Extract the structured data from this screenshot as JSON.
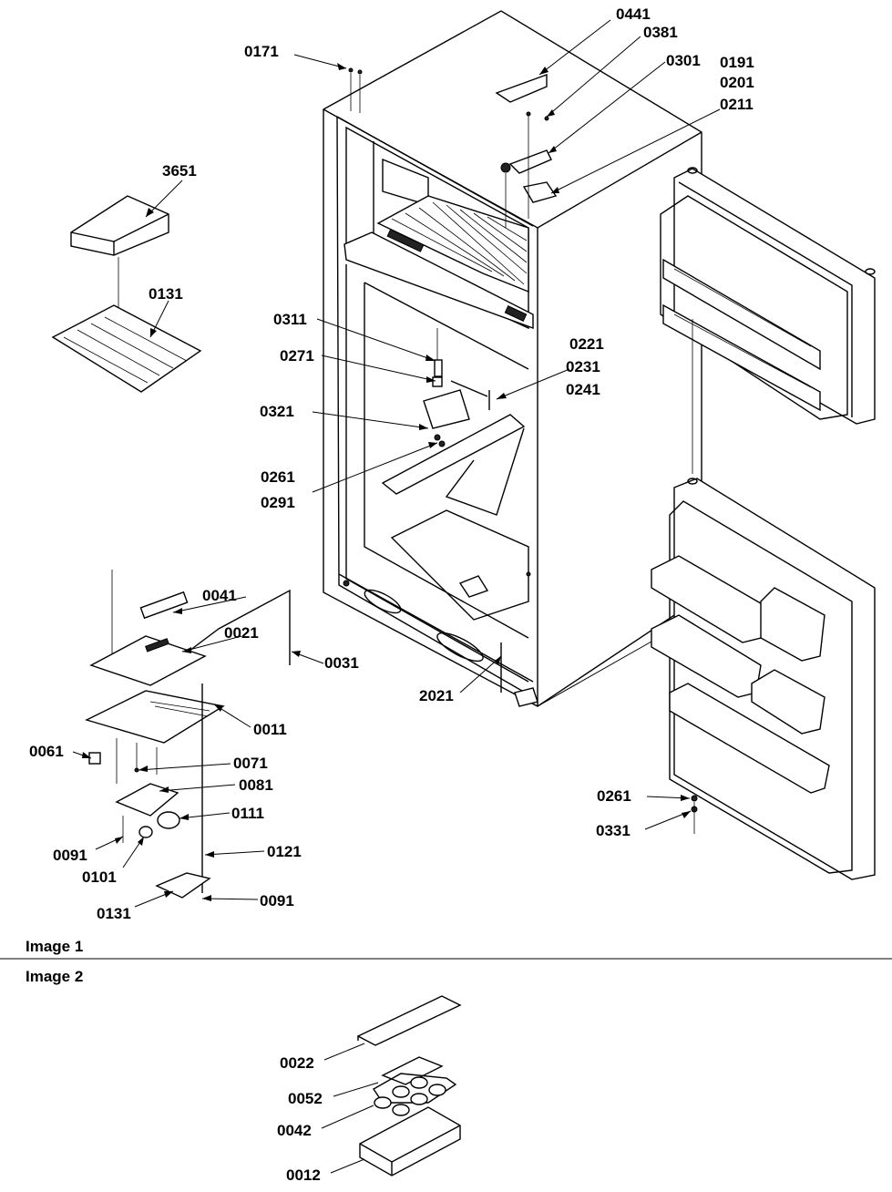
{
  "sections": [
    {
      "id": "image-1",
      "title": "Image 1"
    },
    {
      "id": "image-2",
      "title": "Image 2"
    }
  ],
  "callouts": {
    "c0171": "0171",
    "c0441": "0441",
    "c0381": "0381",
    "c0301": "0301",
    "c0191": "0191",
    "c0201": "0201",
    "c0211": "0211",
    "c3651": "3651",
    "c0131a": "0131",
    "c0311": "0311",
    "c0271": "0271",
    "c0221": "0221",
    "c0231": "0231",
    "c0241": "0241",
    "c0321": "0321",
    "c0261a": "0261",
    "c0291": "0291",
    "c0041": "0041",
    "c0021": "0021",
    "c0031": "0031",
    "c2021": "2021",
    "c0011": "0011",
    "c0061": "0061",
    "c0071": "0071",
    "c0081": "0081",
    "c0111": "0111",
    "c0091a": "0091",
    "c0101": "0101",
    "c0121": "0121",
    "c0131b": "0131",
    "c0091b": "0091",
    "c0261b": "0261",
    "c0331": "0331",
    "c0022": "0022",
    "c0052": "0052",
    "c0042": "0042",
    "c0012": "0012"
  }
}
